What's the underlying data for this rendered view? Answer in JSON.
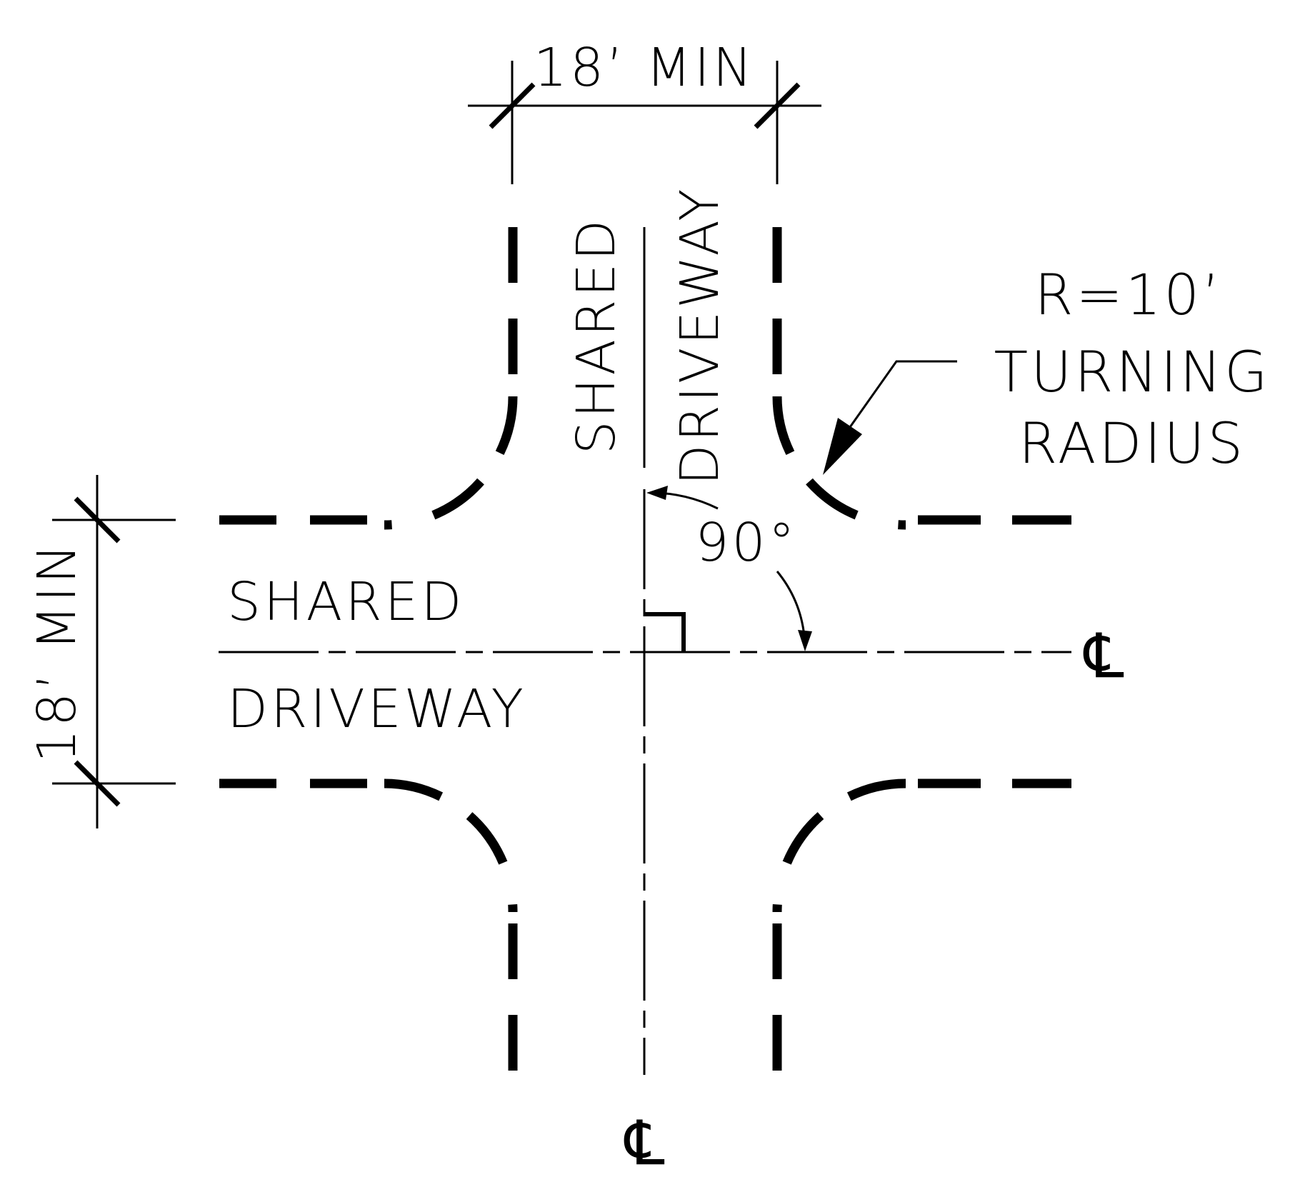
{
  "dimensions": {
    "top_width": "18’ MIN",
    "left_width": "18’ MIN"
  },
  "labels": {
    "vertical_driveway_left": "SHARED",
    "vertical_driveway_right": "DRIVEWAY",
    "horizontal_driveway_top": "SHARED",
    "horizontal_driveway_bottom": "DRIVEWAY",
    "angle": "90°",
    "radius_line1": "R=10’",
    "radius_line2": "TURNING",
    "radius_line3": "RADIUS"
  },
  "centerline_symbol": "℄",
  "colors": {
    "ink": "#000000",
    "paper": "#ffffff"
  }
}
